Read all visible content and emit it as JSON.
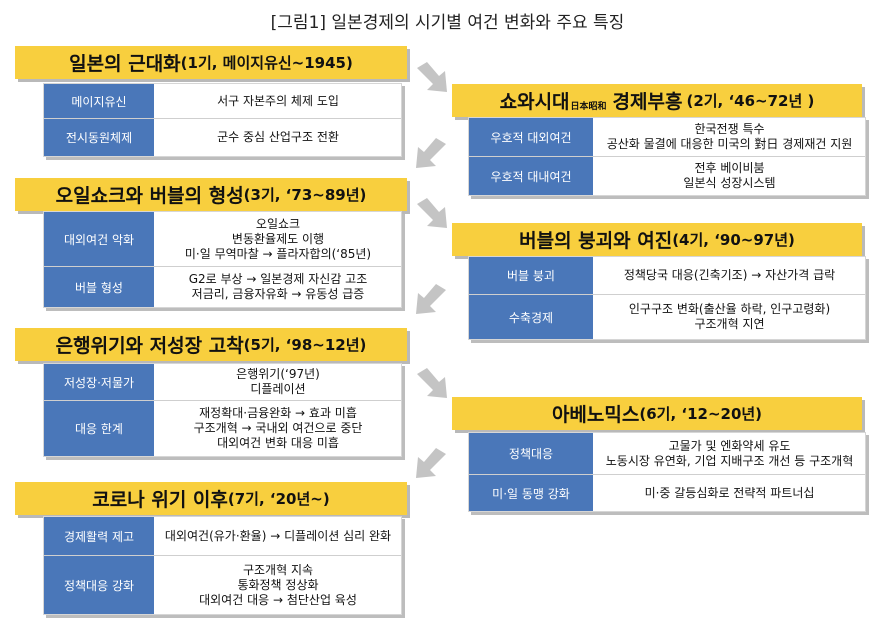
{
  "figure_title": "[그림1] 일본경제의 시기별 여건 변화와 주요 특징",
  "stages": [
    {
      "name": "일본의 근대화",
      "sub": "",
      "period": "(1기, 메이지유신~1945)",
      "rows": [
        {
          "label": "메이지유신",
          "lines": [
            "서구 자본주의 체제 도입"
          ]
        },
        {
          "label": "전시동원체제",
          "lines": [
            "군수 중심 산업구조 전환"
          ]
        }
      ]
    },
    {
      "name": "쇼와시대",
      "sub": "日本昭和",
      "period": "",
      "name2": "경제부흥",
      "period2": "(2기, ‘46~72년 )",
      "rows": [
        {
          "label": "우호적 대외여건",
          "lines": [
            "한국전쟁 특수",
            "공산화 물결에 대응한 미국의 對日 경제재건 지원"
          ]
        },
        {
          "label": "우호적 대내여건",
          "lines": [
            "전후 베이비붐",
            "일본식 성장시스템"
          ]
        }
      ]
    },
    {
      "name": "오일쇼크와 버블의 형성",
      "sub": "",
      "period": "(3기, ‘73~89년)",
      "rows": [
        {
          "label": "대외여건 악화",
          "lines": [
            "오일쇼크",
            "변동환율제도 이행",
            "미·일 무역마찰 → 플라자합의(‘85년)"
          ]
        },
        {
          "label": "버블 형성",
          "lines": [
            "G2로 부상 → 일본경제 자신감 고조",
            "저금리, 금융자유화 → 유동성 급증"
          ]
        }
      ]
    },
    {
      "name": "버블의 붕괴와 여진",
      "sub": "",
      "period": "(4기, ‘90~97년)",
      "rows": [
        {
          "label": "버블 붕괴",
          "lines": [
            "정책당국 대응(긴축기조) → 자산가격 급락"
          ]
        },
        {
          "label": "수축경제",
          "lines": [
            "인구구조 변화(출산율 하락, 인구고령화)",
            "구조개혁 지연"
          ]
        }
      ]
    },
    {
      "name": "은행위기와 저성장 고착",
      "sub": "",
      "period": "(5기, ‘98~12년)",
      "rows": [
        {
          "label": "저성장·저물가",
          "lines": [
            "은행위기(‘97년)",
            "디플레이션"
          ]
        },
        {
          "label": "대응 한계",
          "lines": [
            "재정확대·금융완화 → 효과 미흡",
            "구조개혁 → 국내외 여건으로 중단",
            "대외여건 변화 대응 미흡"
          ]
        }
      ]
    },
    {
      "name": "아베노믹스",
      "sub": "",
      "period": "(6기, ‘12~20년)",
      "rows": [
        {
          "label": "정책대응",
          "lines": [
            "고물가 및 엔화약세 유도",
            "노동시장 유연화, 기업 지배구조 개선 등 구조개혁"
          ]
        },
        {
          "label": "미·일 동맹 강화",
          "lines": [
            "미·중 갈등심화로 전략적 파트너십"
          ]
        }
      ]
    },
    {
      "name": "코로나 위기 이후",
      "sub": "",
      "period": "(7기, ‘20년~)",
      "rows": [
        {
          "label": "경제활력 제고",
          "lines": [
            "대외여건(유가·환율) → 디플레이션 심리 완화"
          ]
        },
        {
          "label": "정책대응 강화",
          "lines": [
            "구조개혁 지속",
            "통화정책 정상화",
            "대외여건 대응 →  첨단산업 육성"
          ]
        }
      ]
    }
  ]
}
